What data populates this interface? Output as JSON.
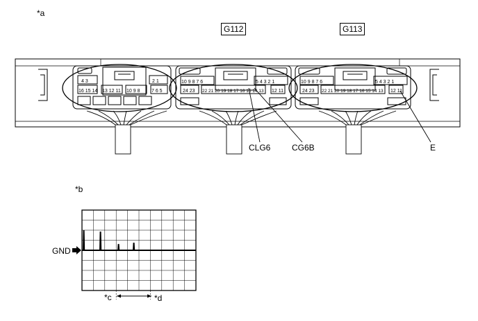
{
  "labels": {
    "view_a": "*a",
    "view_b": "*b",
    "scale_c": "*c",
    "scale_d": "*d",
    "connector_1": "G112",
    "connector_2": "G113",
    "callout_1": "CLG6",
    "callout_2": "CG6B",
    "callout_3": "E",
    "gnd": "GND"
  },
  "pins": {
    "left_top_a": "4 3",
    "left_top_b": "2 1",
    "left_bottom_a": "16 15 14",
    "left_bottom_b": "13 12 11",
    "left_bottom_c": "10 9 8",
    "left_bottom_d": "7 6 5",
    "g112_top_left": "10 9 8 7 6",
    "g112_top_right": "5 4 3 2 1",
    "g112_bottom_left": "24 23",
    "g112_bottom_mid": "22 21 20 19 18 17 16 15 14 13",
    "g112_bottom_right": "12 11",
    "g113_top_left": "10 9 8 7 6",
    "g113_top_right": "5 4 3 2 1",
    "g113_bottom_left": "24 23",
    "g113_bottom_mid": "22 21 20 19 18 17 16 15 14 13",
    "g113_bottom_right": "12 11"
  }
}
